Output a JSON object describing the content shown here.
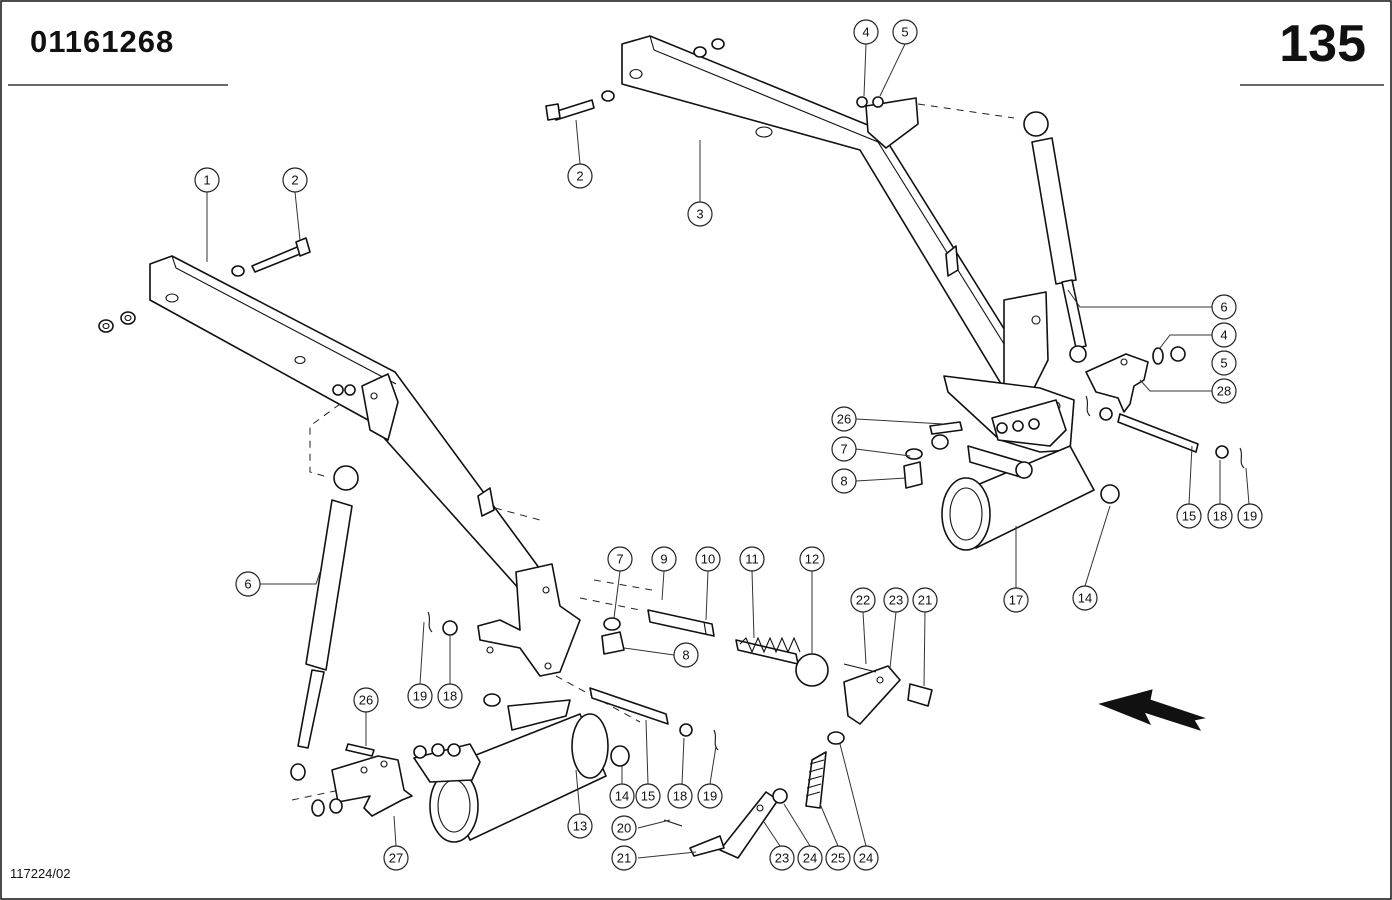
{
  "header": {
    "document_number": "01161268",
    "page_number": "135"
  },
  "footer": {
    "drawing_reference": "117224/02"
  },
  "callouts": [
    {
      "label": "1"
    },
    {
      "label": "2"
    },
    {
      "label": "3"
    },
    {
      "label": "2"
    },
    {
      "label": "4"
    },
    {
      "label": "5"
    },
    {
      "label": "6"
    },
    {
      "label": "4"
    },
    {
      "label": "5"
    },
    {
      "label": "28"
    },
    {
      "label": "26"
    },
    {
      "label": "7"
    },
    {
      "label": "8"
    },
    {
      "label": "15"
    },
    {
      "label": "18"
    },
    {
      "label": "19"
    },
    {
      "label": "17"
    },
    {
      "label": "14"
    },
    {
      "label": "6"
    },
    {
      "label": "7"
    },
    {
      "label": "9"
    },
    {
      "label": "10"
    },
    {
      "label": "11"
    },
    {
      "label": "12"
    },
    {
      "label": "8"
    },
    {
      "label": "22"
    },
    {
      "label": "23"
    },
    {
      "label": "21"
    },
    {
      "label": "19"
    },
    {
      "label": "18"
    },
    {
      "label": "26"
    },
    {
      "label": "14"
    },
    {
      "label": "15"
    },
    {
      "label": "18"
    },
    {
      "label": "19"
    },
    {
      "label": "13"
    },
    {
      "label": "20"
    },
    {
      "label": "21"
    },
    {
      "label": "23"
    },
    {
      "label": "24"
    },
    {
      "label": "25"
    },
    {
      "label": "24"
    },
    {
      "label": "27"
    }
  ]
}
